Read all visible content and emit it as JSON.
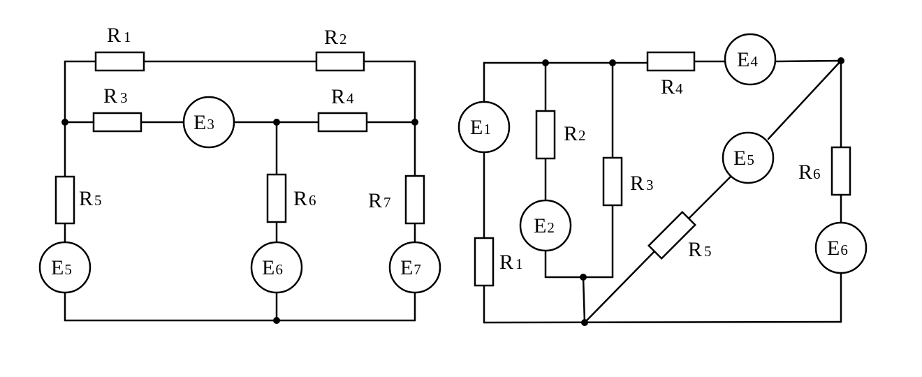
{
  "circuit_a": {
    "R1": {
      "letter": "R",
      "index": "1"
    },
    "R2": {
      "letter": "R",
      "index": "2"
    },
    "R3": {
      "letter": "R",
      "index": "3"
    },
    "R4": {
      "letter": "R",
      "index": "4"
    },
    "R5": {
      "letter": "R",
      "index": "5"
    },
    "R6": {
      "letter": "R",
      "index": "6"
    },
    "R7": {
      "letter": "R",
      "index": "7"
    },
    "E3": {
      "letter": "E",
      "index": "3"
    },
    "E5": {
      "letter": "E",
      "index": "5"
    },
    "E6": {
      "letter": "E",
      "index": "6"
    },
    "E7": {
      "letter": "E",
      "index": "7"
    }
  },
  "circuit_b": {
    "R1": {
      "letter": "R",
      "index": "1"
    },
    "R2": {
      "letter": "R",
      "index": "2"
    },
    "R3": {
      "letter": "R",
      "index": "3"
    },
    "R4": {
      "letter": "R",
      "index": "4"
    },
    "R5": {
      "letter": "R",
      "index": "5"
    },
    "R6": {
      "letter": "R",
      "index": "6"
    },
    "E1": {
      "letter": "E",
      "index": "1"
    },
    "E2": {
      "letter": "E",
      "index": "2"
    },
    "E4": {
      "letter": "E",
      "index": "4"
    },
    "E5": {
      "letter": "E",
      "index": "5"
    },
    "E6": {
      "letter": "E",
      "index": "6"
    }
  }
}
